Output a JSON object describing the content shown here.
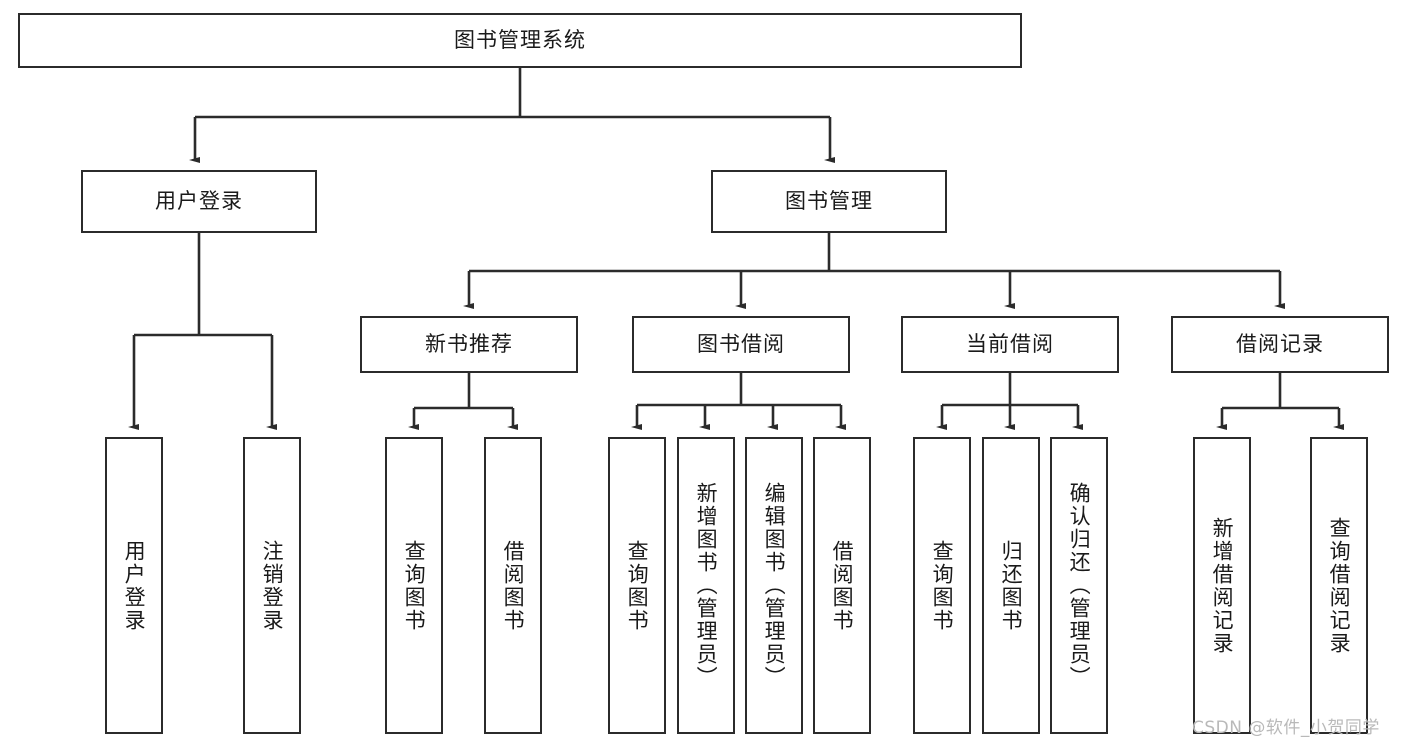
{
  "diagram": {
    "type": "tree",
    "title": "图书管理系统",
    "root": {
      "label": "图书管理系统"
    },
    "level1": [
      {
        "label": "用户登录"
      },
      {
        "label": "图书管理"
      }
    ],
    "level2": [
      {
        "label": "新书推荐"
      },
      {
        "label": "图书借阅"
      },
      {
        "label": "当前借阅"
      },
      {
        "label": "借阅记录"
      }
    ],
    "leaves": {
      "user_login": [
        {
          "label": "用户登录"
        },
        {
          "label": "注销登录"
        }
      ],
      "new_book_recommend": [
        {
          "label": "查询图书"
        },
        {
          "label": "借阅图书"
        }
      ],
      "book_borrow": [
        {
          "label": "查询图书"
        },
        {
          "label": "新增图书（管理员）"
        },
        {
          "label": "编辑图书（管理员）"
        },
        {
          "label": "借阅图书"
        }
      ],
      "current_borrow": [
        {
          "label": "查询图书"
        },
        {
          "label": "归还图书"
        },
        {
          "label": "确认归还（管理员）"
        }
      ],
      "borrow_record": [
        {
          "label": "新增借阅记录"
        },
        {
          "label": "查询借阅记录"
        }
      ]
    }
  },
  "watermark": {
    "text": "CSDN @软件_小贺同学"
  },
  "colors": {
    "box_border": "#2b2b2b",
    "box_fill": "#ffffff",
    "connector": "#2b2b2b",
    "text": "#1a1a1a",
    "watermark": "#b9b9b9"
  }
}
